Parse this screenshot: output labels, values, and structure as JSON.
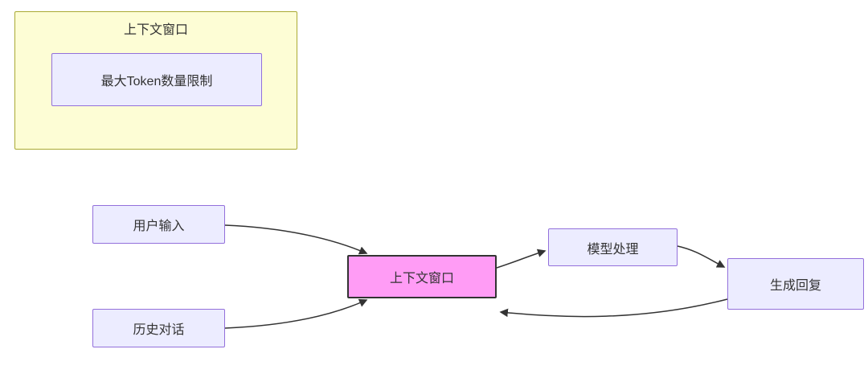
{
  "diagram": {
    "subgraph": {
      "title": "上下文窗口",
      "node_label": "最大Token数量限制"
    },
    "nodes": {
      "user_input": "用户输入",
      "history": "历史对话",
      "context_window": "上下文窗口",
      "model_process": "模型处理",
      "generate_reply": "生成回复"
    },
    "edges": [
      {
        "from": "user_input",
        "to": "context_window"
      },
      {
        "from": "history",
        "to": "context_window"
      },
      {
        "from": "context_window",
        "to": "model_process"
      },
      {
        "from": "model_process",
        "to": "generate_reply"
      },
      {
        "from": "generate_reply",
        "to": "context_window"
      }
    ],
    "colors": {
      "subgraph_fill": "#fdfdd5",
      "subgraph_border": "#aaaa33",
      "node_fill": "#ECECFF",
      "node_border": "#9370DB",
      "highlight_fill": "#ff9cf5",
      "highlight_border": "#333333",
      "edge": "#333333"
    }
  }
}
